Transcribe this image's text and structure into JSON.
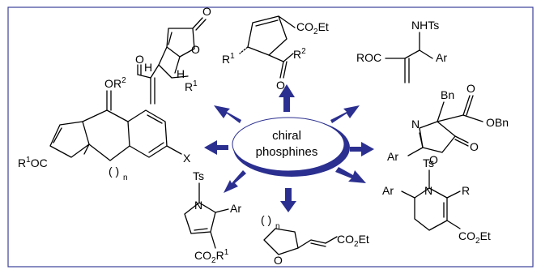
{
  "colors": {
    "frame": "#3a3f9a",
    "arrow": "#2b2f8f",
    "ellipse_fill": "#ffffff",
    "ellipse_shadow": "#2b2f8f"
  },
  "center": {
    "line1": "chiral",
    "line2": "phosphines"
  },
  "labels": {
    "m1_O": "O",
    "m1_O_ring": "O",
    "m1_O_keto": "O",
    "m1_H1": "H",
    "m1_H2": "H",
    "m1_R2": "R",
    "m1_R2_sup": "2",
    "m1_R1": "R",
    "m1_R1_sup": "1",
    "m2_CO": "CO",
    "m2_2": "2",
    "m2_Et": "Et",
    "m2_R1": "R",
    "m2_R1_sup": "1",
    "m2_O": "O",
    "m2_R2": "R",
    "m2_R2_sup": "2",
    "m3_NHTs": "NHTs",
    "m3_ROC": "ROC",
    "m3_Ar": "Ar",
    "m4_Bn": "Bn",
    "m4_N": "N",
    "m4_O1": "O",
    "m4_OBn": "OBn",
    "m4_Ar": "Ar",
    "m4_O_ring": "O",
    "m4_O_keto": "O",
    "m5_R1OC_R": "R",
    "m5_R1OC_sup": "1",
    "m5_R1OC_OC": "OC",
    "m5_O": "O",
    "m5_n": "n",
    "m5_X": "X",
    "m6_Ts": "Ts",
    "m6_N": "N",
    "m6_Ar": "Ar",
    "m6_CO": "CO",
    "m6_2": "2",
    "m6_R": "R",
    "m6_R1_sup": "1",
    "m7_n": "n",
    "m7_O": "O",
    "m7_CO": "CO",
    "m7_2": "2",
    "m7_Et": "Et",
    "m8_Ts": "Ts",
    "m8_N": "N",
    "m8_Ar": "Ar",
    "m8_R": "R",
    "m8_CO": "CO",
    "m8_2": "2",
    "m8_Et": "Et"
  }
}
